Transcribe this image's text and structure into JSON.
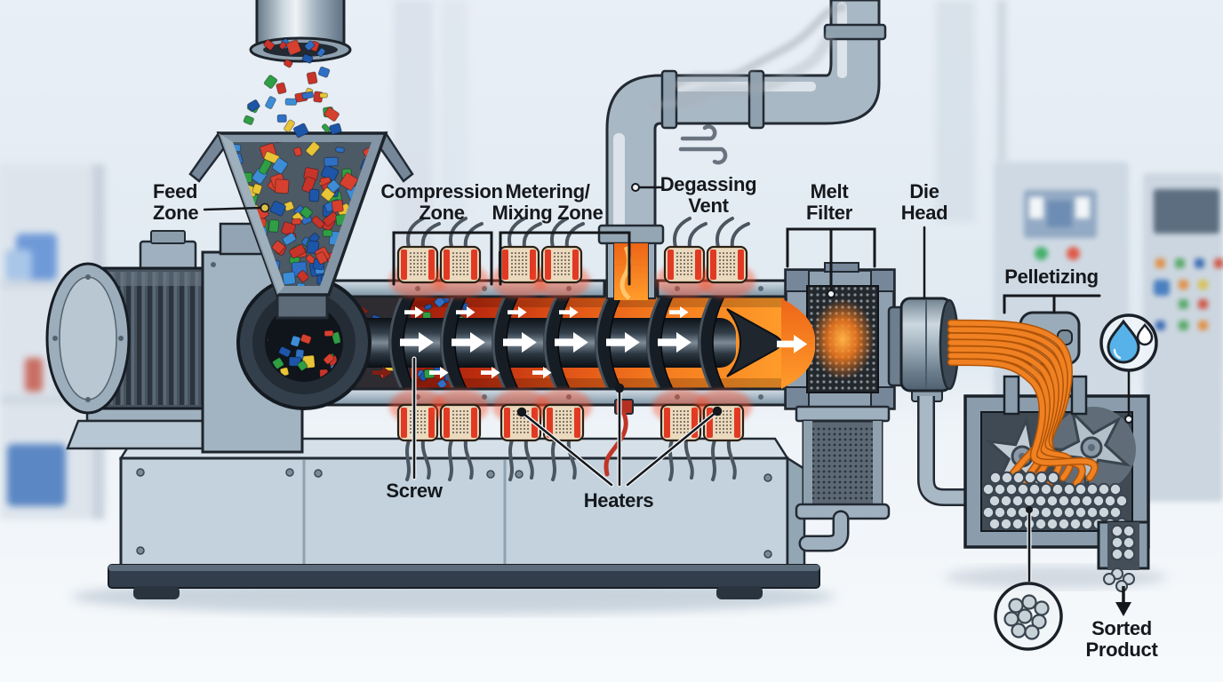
{
  "diagram": {
    "subject": "Plastic recycling extruder cutaway diagram",
    "labels": {
      "feed_zone": "Feed\nZone",
      "compression_zone": "Compression\nZone",
      "metering_mixing_zone": "Metering/\nMixing Zone",
      "degassing_vent": "Degassing\nVent",
      "melt_filter": "Melt\nFilter",
      "die_head": "Die\nHead",
      "pelletizing": "Pelletizing",
      "screw": "Screw",
      "heaters": "Heaters",
      "sorted_product": "Sorted\nProduct"
    },
    "icons": [
      "wind-icon",
      "water-droplet-icon",
      "pellets-magnifier-icon",
      "down-arrow-icon"
    ],
    "colors": {
      "melt_orange": "#f5821f",
      "melt_red": "#b3200f",
      "heater_band": "#ead9bd",
      "heater_glow": "#ff4a22",
      "machine_light": "#c3d2dd",
      "machine_dark": "#3c4a5a",
      "flake_red": "#d6402f",
      "flake_blue": "#2f6fc4",
      "flake_green": "#2f9e44",
      "flake_yellow": "#e8c437",
      "pellet_gray": "#cdd6dc",
      "droplet_blue": "#56b2e9",
      "label_text": "#15181c"
    }
  }
}
